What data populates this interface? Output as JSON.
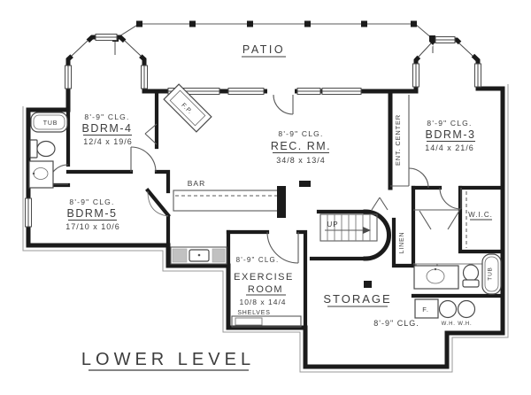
{
  "colors": {
    "wall": "#1b1b1b",
    "thin_line": "#555555",
    "text": "#3c3c3c",
    "paper": "#ffffff"
  },
  "title": {
    "label": "LOWER LEVEL"
  },
  "patio": {
    "label": "PATIO"
  },
  "rooms": {
    "bdrm4": {
      "clg": "8'-9\" CLG.",
      "name": "BDRM-4",
      "dims": "12/4 x 19/6"
    },
    "bdrm5": {
      "clg": "8'-9\" CLG.",
      "name": "BDRM-5",
      "dims": "17/10 x 10/6"
    },
    "bdrm3": {
      "clg": "8'-9\" CLG.",
      "name": "BDRM-3",
      "dims": "14/4 x 21/6"
    },
    "rec_rm": {
      "clg": "8'-9\" CLG.",
      "name": "REC. RM.",
      "dims": "34/8 x 13/4"
    },
    "exercise": {
      "clg": "8'-9\" CLG.",
      "name_line1": "EXERCISE",
      "name_line2": "ROOM",
      "dims": "10/8 x 14/4",
      "shelves": "SHELVES"
    },
    "storage": {
      "name": "STORAGE",
      "clg": "8'-9\" CLG."
    }
  },
  "features": {
    "bar": "BAR",
    "ent_center": "ENT. CENTER",
    "linen": "LINEN",
    "wic": "W.I.C.",
    "tub_left": "TUB",
    "tub_right": "TUB",
    "stairs_up": "UP",
    "fireplace": "F.P.",
    "furnace": "F.",
    "water_heaters": "W.H. W.H."
  }
}
